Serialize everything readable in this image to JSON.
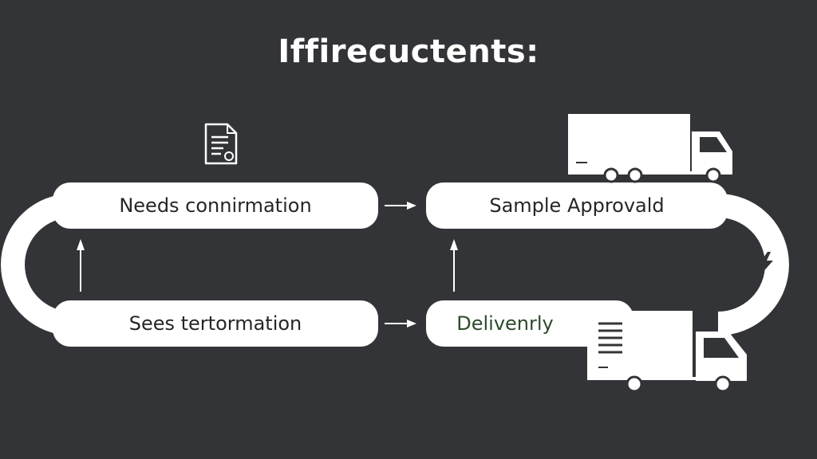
{
  "diagram": {
    "title": "Iffirecuctents:",
    "nodes": [
      {
        "id": "needs",
        "label": "Needs connirmation"
      },
      {
        "id": "sample",
        "label": "Sample Approvald"
      },
      {
        "id": "sees",
        "label": "Sees tertormation"
      },
      {
        "id": "delivery",
        "label": "Delivenrly"
      }
    ],
    "icons": [
      "document-icon",
      "truck-icon",
      "lightning-icon",
      "delivery-truck-icon"
    ],
    "colors": {
      "background": "#333437",
      "pill": "#ffffff",
      "text": "#262626",
      "delivery_text": "#2d4a2b"
    }
  }
}
